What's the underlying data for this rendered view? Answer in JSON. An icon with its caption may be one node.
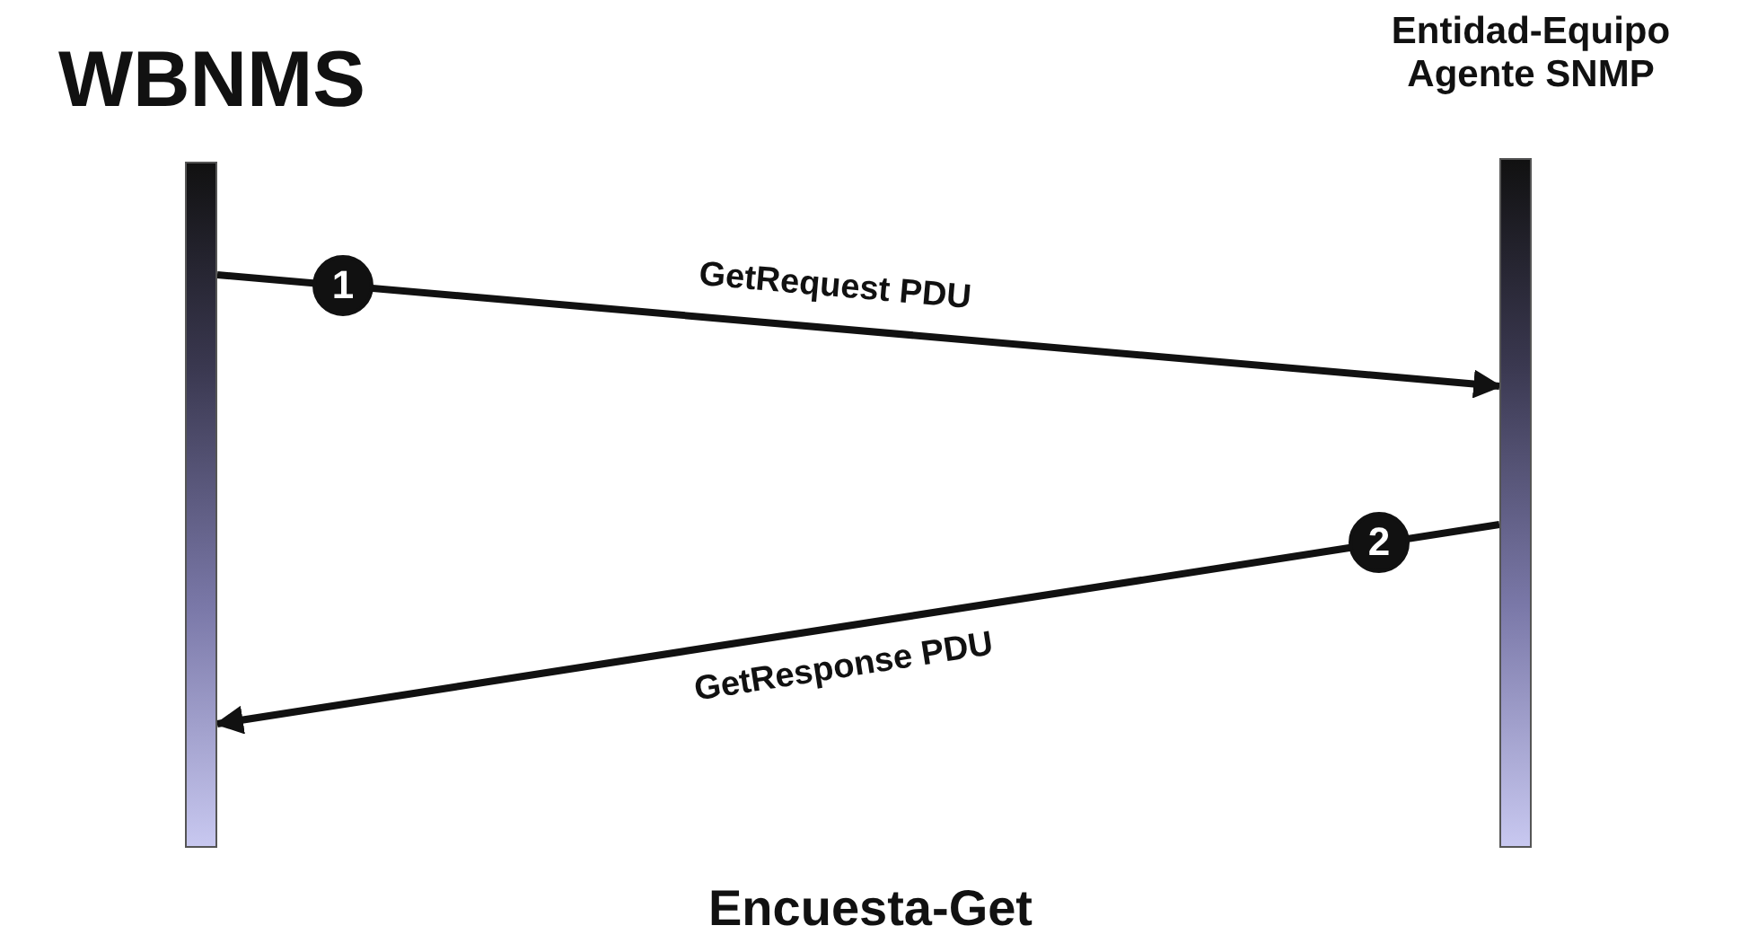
{
  "diagram": {
    "caption": "Encuesta-Get",
    "nodes": [
      {
        "text": [
          "WBNMS"
        ]
      },
      {
        "text": [
          "Entidad-Equipo Agente SNMP"
        ]
      }
    ],
    "edges": [
      {
        "from": 0,
        "to": 1,
        "arrow": "to",
        "label": "GetRequest PDU"
      },
      {
        "from": 1,
        "to": 0,
        "arrow": "to",
        "label": "GetResponse PDU"
      }
    ],
    "labels": [
      "1",
      "2"
    ]
  }
}
